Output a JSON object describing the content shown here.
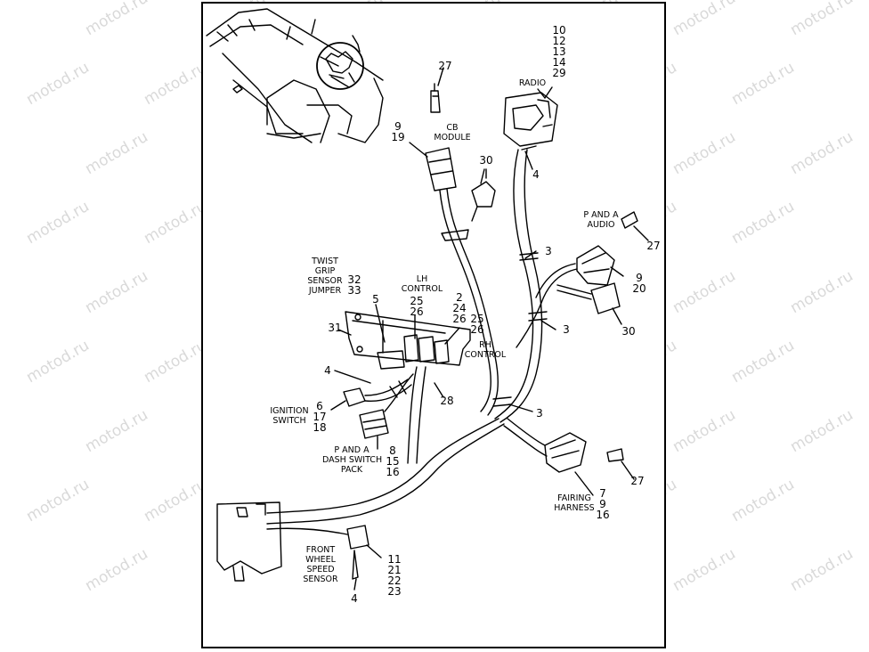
{
  "watermark": "motod.ru",
  "labels": {
    "radio": "RADIO",
    "cb_module": [
      "CB",
      "MODULE"
    ],
    "p_and_a_audio": [
      "P AND A",
      "AUDIO"
    ],
    "twist_grip": [
      "TWIST",
      "GRIP",
      "SENSOR",
      "JUMPER"
    ],
    "lh_control": [
      "LH",
      "CONTROL"
    ],
    "rh_control": [
      "RH",
      "CONTROL"
    ],
    "ignition_switch": [
      "IGNITION",
      "SWITCH"
    ],
    "dash_switch_pack": [
      "P AND A",
      "DASH SWITCH",
      "PACK"
    ],
    "fairing_harness": [
      "FAIRING",
      "HARNESS"
    ],
    "front_wheel_speed_sensor": [
      "FRONT",
      "WHEEL",
      "SPEED",
      "SENSOR"
    ]
  },
  "callouts": {
    "radio": [
      "10",
      "12",
      "13",
      "14",
      "29"
    ],
    "top_27": "27",
    "cb_9_19": [
      "9",
      "19"
    ],
    "c30_top": "30",
    "c4_radio": "4",
    "audio_27": "27",
    "c3_upper": "3",
    "c9_20": [
      "9",
      "20"
    ],
    "c3_mid": "3",
    "c30_right": "30",
    "twist_32_33": [
      "32",
      "33"
    ],
    "c5": "5",
    "lh_25_26": [
      "25",
      "26"
    ],
    "c2_24_26": [
      "2",
      "24",
      "26"
    ],
    "rh_25_26": [
      "25",
      "26"
    ],
    "c31": "31",
    "c4_left": "4",
    "c28": "28",
    "c3_lower": "3",
    "ign_6_17_18": [
      "6",
      "17",
      "18"
    ],
    "dash_8_15_16": [
      "8",
      "15",
      "16"
    ],
    "fairing_27": "27",
    "fairing_7_9_16": [
      "7",
      "9",
      "16"
    ],
    "sensor_11_21_22_23": [
      "11",
      "21",
      "22",
      "23"
    ],
    "c4_bottom": "4"
  }
}
